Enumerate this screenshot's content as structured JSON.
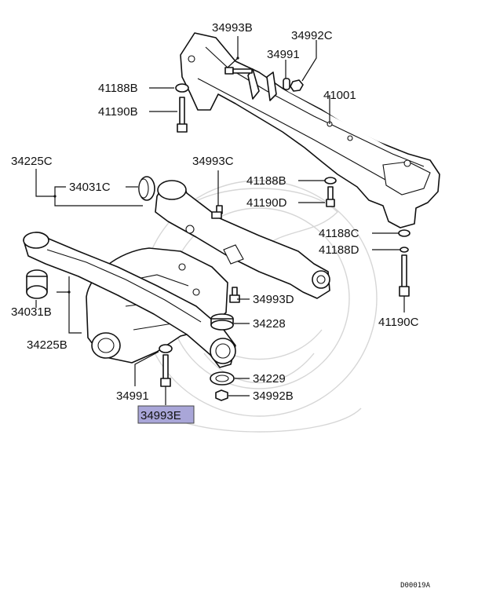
{
  "diagram_code": "D00019A",
  "highlight_color": "#a9a6d8",
  "labels": {
    "p34993B": "34993B",
    "p34992C": "34992C",
    "p34991_top": "34991",
    "p41188B_left": "41188B",
    "p41001": "41001",
    "p41190B_left": "41190B",
    "p34225C": "34225C",
    "p34993C": "34993C",
    "p34031C": "34031C",
    "p41188B_right": "41188B",
    "p41190D": "41190D",
    "p41188C": "41188C",
    "p41188D": "41188D",
    "p34031B": "34031B",
    "p34993D": "34993D",
    "p34225B": "34225B",
    "p34228": "34228",
    "p41190C": "41190C",
    "p34229": "34229",
    "p34991_bottom": "34991",
    "p34992B": "34992B",
    "p34993E": "34993E"
  }
}
